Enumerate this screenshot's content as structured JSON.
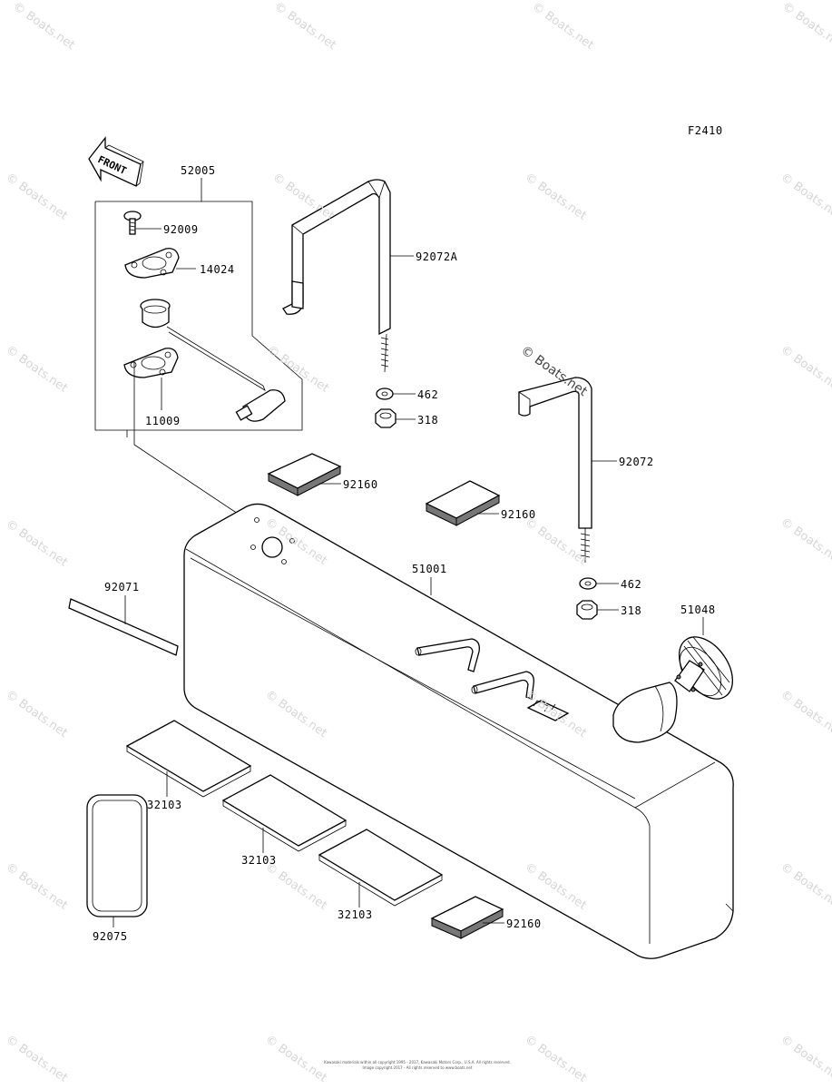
{
  "figure_code": "F2410",
  "front_arrow_text": "FRONT",
  "part_labels": {
    "p52005": "52005",
    "p92009": "92009",
    "p14024": "14024",
    "p11009": "11009",
    "p92072A": "92072A",
    "p462a": "462",
    "p318a": "318",
    "p92072": "92072",
    "p462b": "462",
    "p318b": "318",
    "p92160a": "92160",
    "p92160b": "92160",
    "p92160c": "92160",
    "p51001": "51001",
    "p51048": "51048",
    "p92071": "92071",
    "p32103a": "32103",
    "p32103b": "32103",
    "p32103c": "32103",
    "p92075": "92075"
  },
  "watermark_text": "© Boats.net",
  "footer": {
    "line1": "Kawasaki materials within all copyright 1995 - 2017, Kawasaki Motors Corp., U.S.A. All rights reserved.",
    "line2": "Image copyright 2017 - All rights reserved to www.boats.net"
  }
}
